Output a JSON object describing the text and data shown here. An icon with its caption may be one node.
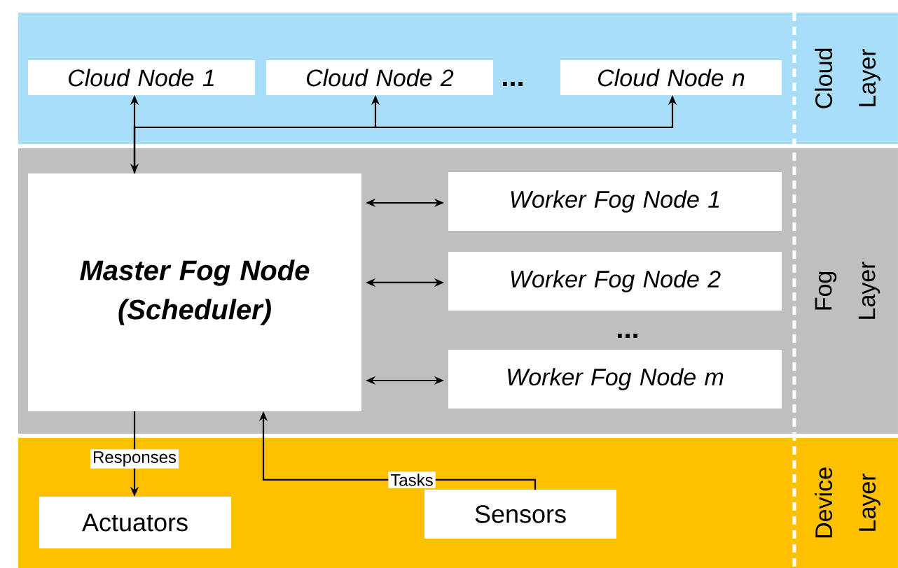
{
  "diagram": {
    "nodes": [
      {
        "text": [
          "Cloud Layer"
        ]
      },
      {
        "text": [
          "Cloud Node 1"
        ],
        "in": 0
      },
      {
        "text": [
          "Cloud Node 2"
        ],
        "in": 0
      },
      {
        "text": [
          "Cloud Node n"
        ],
        "in": 0
      },
      {
        "text": [
          "Fog Layer"
        ]
      },
      {
        "text": [
          "Master Fog Node (Scheduler)"
        ],
        "in": 4
      },
      {
        "text": [
          "Worker Fog Node 1"
        ],
        "in": 4
      },
      {
        "text": [
          "Worker Fog Node 2"
        ],
        "in": 4
      },
      {
        "text": [
          "Worker Fog Node m"
        ],
        "in": 4
      },
      {
        "text": [
          "Device Layer"
        ]
      },
      {
        "text": [
          "Actuators"
        ],
        "in": 9
      },
      {
        "text": [
          "Sensors"
        ],
        "in": 9
      }
    ],
    "edges": [
      {
        "from": 5,
        "to": 1,
        "arrow": "both"
      },
      {
        "from": 5,
        "to": 2,
        "arrow": "to"
      },
      {
        "from": 5,
        "to": 3,
        "arrow": "to"
      },
      {
        "from": 5,
        "to": 6,
        "arrow": "both"
      },
      {
        "from": 5,
        "to": 7,
        "arrow": "both"
      },
      {
        "from": 5,
        "to": 8,
        "arrow": "both"
      },
      {
        "from": 5,
        "to": 10,
        "label": "Responses",
        "arrow": "to"
      },
      {
        "from": 11,
        "to": 5,
        "label": "Tasks",
        "arrow": "to"
      }
    ],
    "labels": [
      "...",
      "..."
    ]
  }
}
